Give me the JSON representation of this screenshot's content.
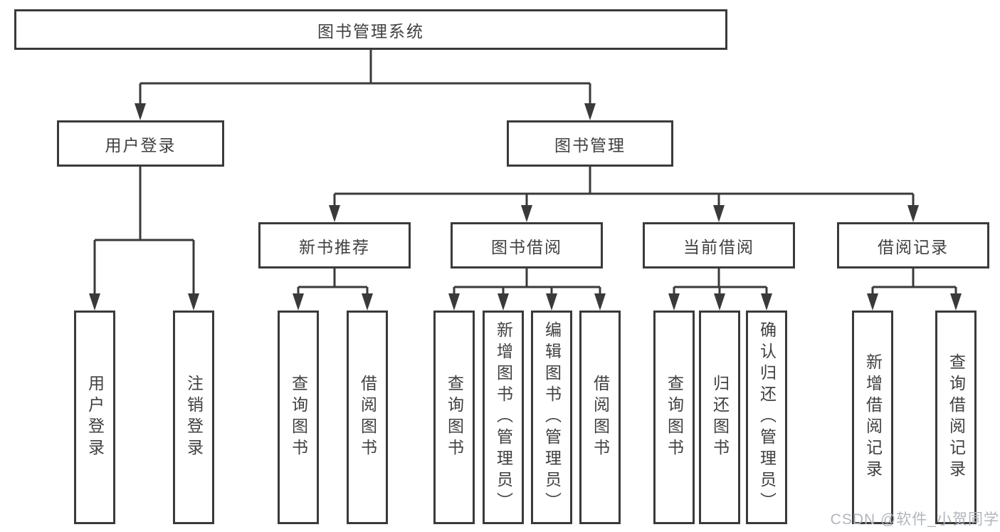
{
  "tree": {
    "root": {
      "label": "图书管理系统"
    },
    "branches": [
      {
        "label": "用户登录",
        "children": [
          {
            "label": "用户登录"
          },
          {
            "label": "注销登录"
          }
        ]
      },
      {
        "label": "图书管理",
        "children": [
          {
            "label": "新书推荐",
            "children": [
              {
                "label": "查询图书"
              },
              {
                "label": "借阅图书"
              }
            ]
          },
          {
            "label": "图书借阅",
            "children": [
              {
                "label": "查询图书"
              },
              {
                "label": "新增图书（管理员）"
              },
              {
                "label": "编辑图书（管理员）"
              },
              {
                "label": "借阅图书"
              }
            ]
          },
          {
            "label": "当前借阅",
            "children": [
              {
                "label": "查询图书"
              },
              {
                "label": "归还图书"
              },
              {
                "label": "确认归还（管理员）"
              }
            ]
          },
          {
            "label": "借阅记录",
            "children": [
              {
                "label": "新增借阅记录"
              },
              {
                "label": "查询借阅记录"
              }
            ]
          }
        ]
      }
    ]
  },
  "watermark": {
    "text": "CSDN @软件_小贺同学"
  },
  "colors": {
    "line": "#3a3a3a",
    "text": "#404040",
    "watermark": "#b2b6bd",
    "background": "#ffffff"
  }
}
